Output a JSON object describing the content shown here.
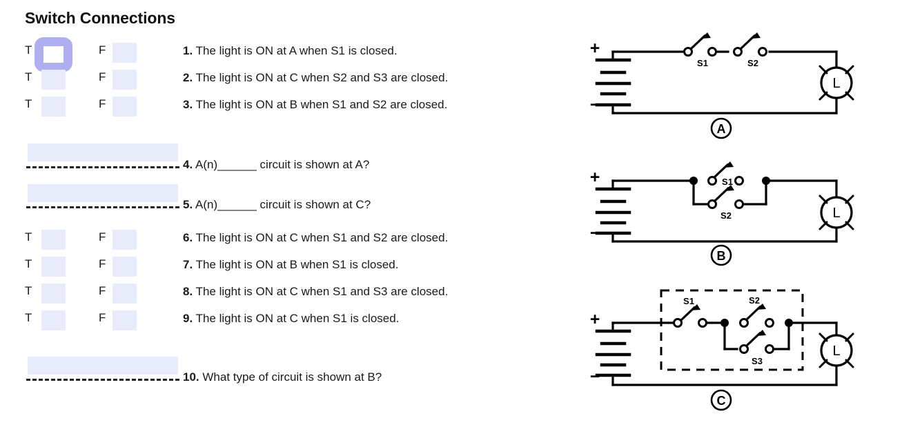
{
  "title": "Switch Connections",
  "theme": {
    "field_fill": "#e8ecfa",
    "focus_ring": "#aeaef0",
    "text": "#1a1a1a",
    "rule": "#222222",
    "circuit_stroke": "#000000"
  },
  "tf_labels": {
    "true": "T",
    "false": "F"
  },
  "questions": [
    {
      "n": "1.",
      "type": "truefalse",
      "text": "The light is ON at A when S1 is closed.",
      "true_value": "",
      "false_value": "",
      "focused": "true-field"
    },
    {
      "n": "2.",
      "type": "truefalse",
      "text": "The light is ON at C when S2 and S3 are closed.",
      "true_value": "",
      "false_value": "",
      "focused": ""
    },
    {
      "n": "3.",
      "type": "truefalse",
      "text": "The light is ON at B when S1 and S2 are closed.",
      "true_value": "",
      "false_value": "",
      "focused": ""
    },
    {
      "n": "4.",
      "type": "blank",
      "text": "A(n)______ circuit is shown at A?",
      "value": ""
    },
    {
      "n": "5.",
      "type": "blank",
      "text": "A(n)______ circuit is shown at C?",
      "value": ""
    },
    {
      "n": "6.",
      "type": "truefalse",
      "text": "The light is ON at C when S1 and S2 are closed.",
      "true_value": "",
      "false_value": "",
      "focused": ""
    },
    {
      "n": "7.",
      "type": "truefalse",
      "text": "The light is ON at B when S1 is closed.",
      "true_value": "",
      "false_value": "",
      "focused": ""
    },
    {
      "n": "8.",
      "type": "truefalse",
      "text": "The light is ON at C when S1 and S3 are closed.",
      "true_value": "",
      "false_value": "",
      "focused": ""
    },
    {
      "n": "9.",
      "type": "truefalse",
      "text": "The light is ON at C when S1 is closed.",
      "true_value": "",
      "false_value": "",
      "focused": ""
    },
    {
      "n": "10.",
      "type": "blank",
      "text": "What type of circuit is shown at B?",
      "value": ""
    }
  ],
  "circuits": [
    {
      "id": "A",
      "label": "A",
      "caption": "A",
      "topology": "series",
      "battery": {
        "plus": "+",
        "minus": "−"
      },
      "lamp": "L",
      "switches": [
        "S1",
        "S2"
      ],
      "dashed_box": false
    },
    {
      "id": "B",
      "label": "B",
      "caption": "B",
      "topology": "parallel",
      "battery": {
        "plus": "+",
        "minus": "−"
      },
      "lamp": "L",
      "switches": [
        "S1",
        "S2"
      ],
      "dashed_box": false
    },
    {
      "id": "C",
      "label": "C",
      "caption": "C",
      "topology": "series-parallel",
      "battery": {
        "plus": "+",
        "minus": "−"
      },
      "lamp": "L",
      "switches": [
        "S1",
        "S2",
        "S3"
      ],
      "dashed_box": true
    }
  ]
}
